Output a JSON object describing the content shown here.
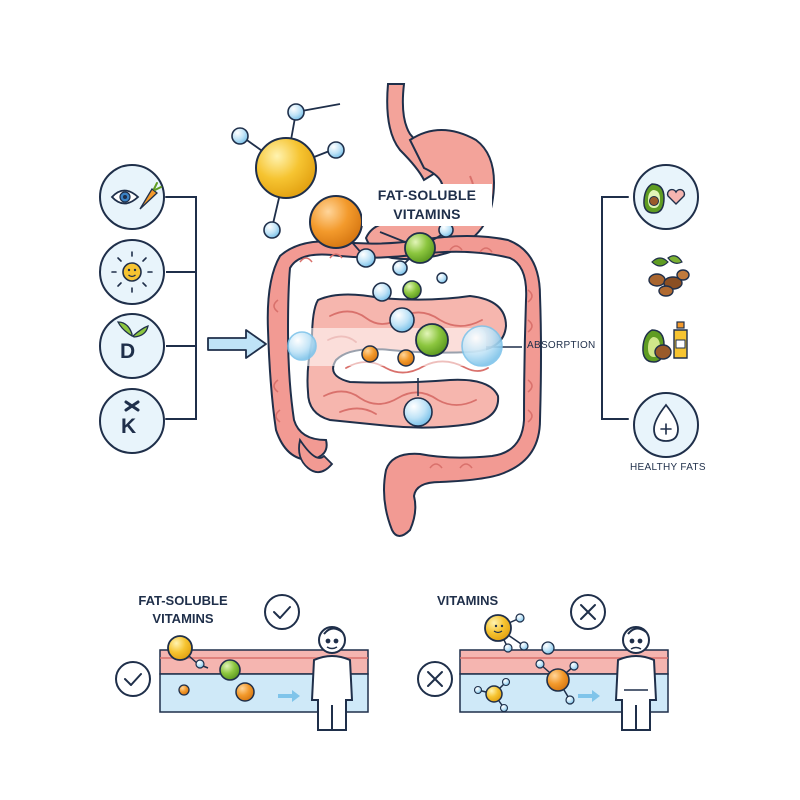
{
  "header": {
    "title_line1": "FAT-SOLUBLE",
    "title_line2": "VITAMINS"
  },
  "labels": {
    "absorption": "ABSORPTION",
    "healthy_fats": "HEALTHY FATS"
  },
  "vitamin_icons": [
    {
      "name": "eye-carrot-icon",
      "letter": ""
    },
    {
      "name": "sun-face-icon",
      "letter": ""
    },
    {
      "name": "leaf-d-icon",
      "letter": "D"
    },
    {
      "name": "bone-k-icon",
      "letter": "K"
    }
  ],
  "fat_sources": [
    {
      "name": "avocado-heart-icon"
    },
    {
      "name": "nuts-icon"
    },
    {
      "name": "avocado-oil-icon"
    },
    {
      "name": "oil-drop-plus-icon"
    }
  ],
  "panels": {
    "left": {
      "title_line1": "FAT-SOLUBLE",
      "title_line2": "VITAMINS",
      "status": "check"
    },
    "right": {
      "title": "VITAMINS",
      "status": "cross"
    }
  },
  "colors": {
    "outline": "#1f2f4a",
    "intestine": "#f29a93",
    "intestine_dark": "#d9716c",
    "stomach": "#f3a39a",
    "vitamin_yellow": "#f6c431",
    "vitamin_orange": "#f39a2c",
    "vitamin_green": "#8cc63f",
    "bubble_blue": "#bfe3f7",
    "membrane_pink": "#f5b5b0",
    "plasma_blue": "#cfe9f8"
  }
}
